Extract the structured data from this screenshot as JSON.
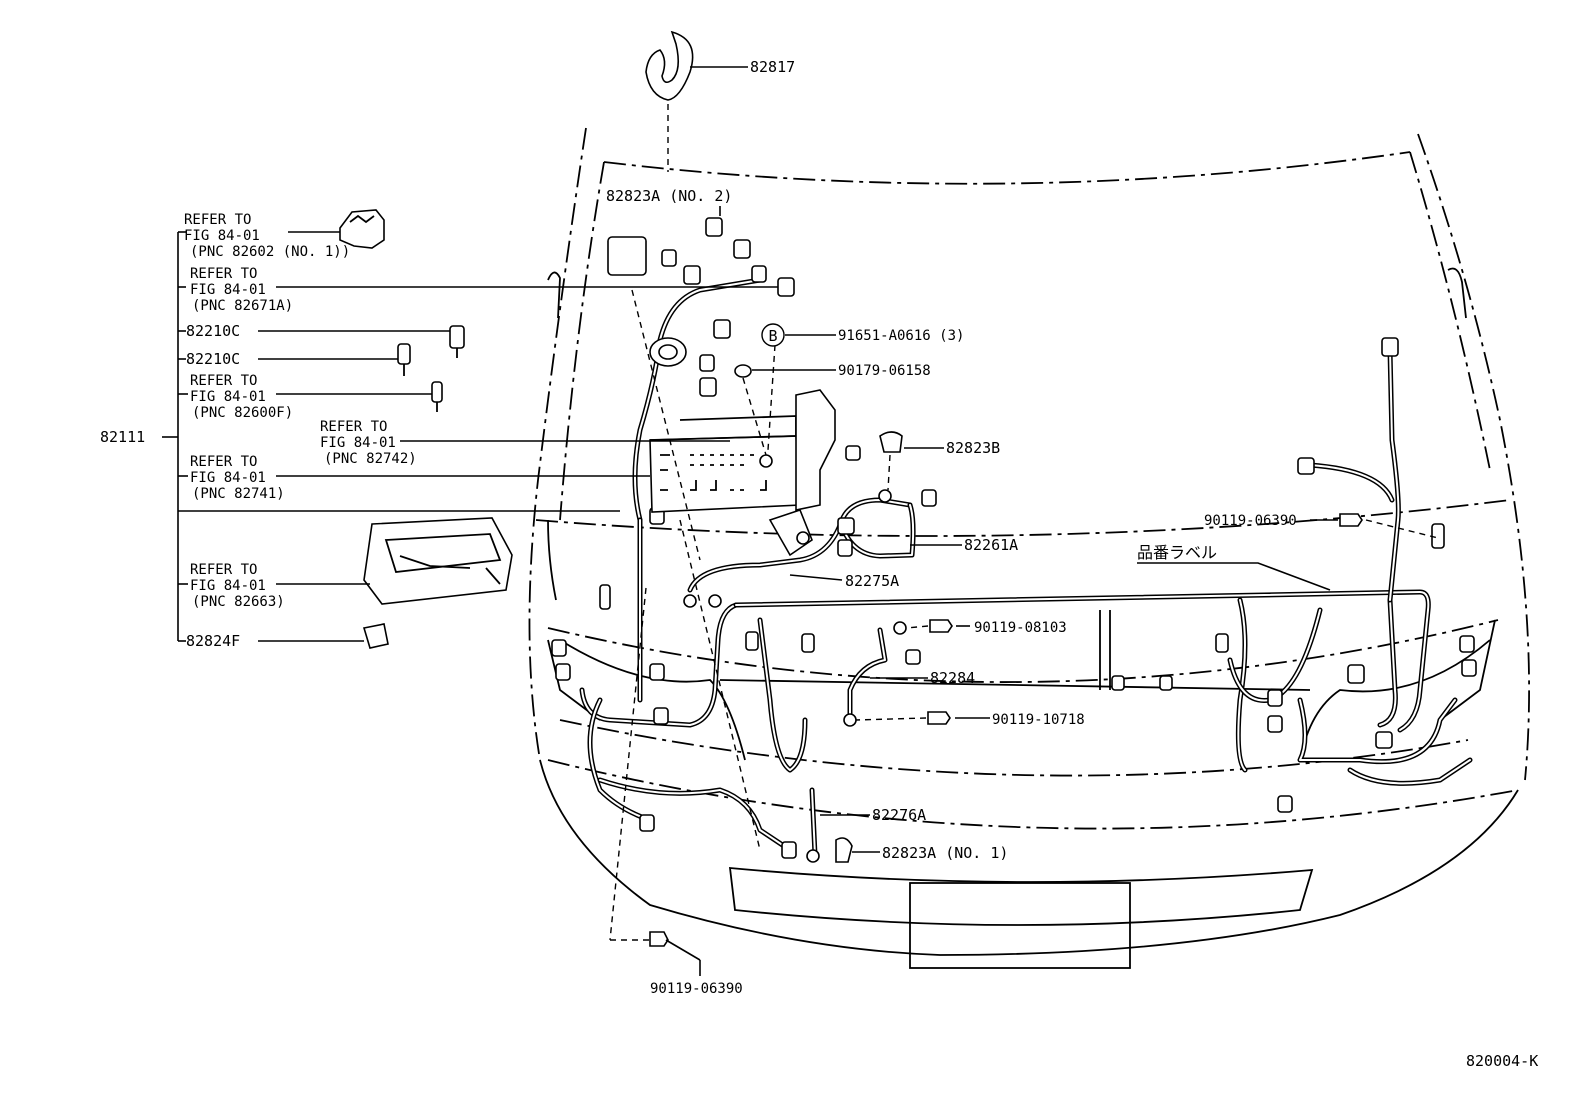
{
  "callouts": {
    "p82817": "82817",
    "p82823a_no2": "82823A (NO. 2)",
    "p91651": "91651-A0616 (3)",
    "p90179": "90179-06158",
    "p82823b": "82823B",
    "p82261a": "82261A",
    "p82275a": "82275A",
    "p90119_06390_r": "90119-06390",
    "p90119_08103": "90119-08103",
    "p82284": "82284",
    "p90119_10718": "90119-10718",
    "p82276a": "82276A",
    "p82823a_no1": "82823A (NO. 1)",
    "p90119_06390_b": "90119-06390",
    "p82111": "82111",
    "p82210c_1": "82210C",
    "p82210c_2": "82210C",
    "p82824f": "82824F",
    "label_jp": "品番ラベル",
    "circle_b": "B"
  },
  "refer_blocks": [
    {
      "line1": "REFER TO",
      "line2": "FIG 84-01",
      "line3": "(PNC 82602 (NO. 1))"
    },
    {
      "line1": "REFER TO",
      "line2": "FIG 84-01",
      "line3": "(PNC 82671A)"
    },
    {
      "line1": "REFER TO",
      "line2": "FIG 84-01",
      "line3": "(PNC 82600F)"
    },
    {
      "line1": "REFER TO",
      "line2": "FIG 84-01",
      "line3": "(PNC 82742)"
    },
    {
      "line1": "REFER TO",
      "line2": "FIG 84-01",
      "line3": "(PNC 82741)"
    },
    {
      "line1": "REFER TO",
      "line2": "FIG 84-01",
      "line3": "(PNC 82663)"
    }
  ],
  "figure_code": "820004-K"
}
